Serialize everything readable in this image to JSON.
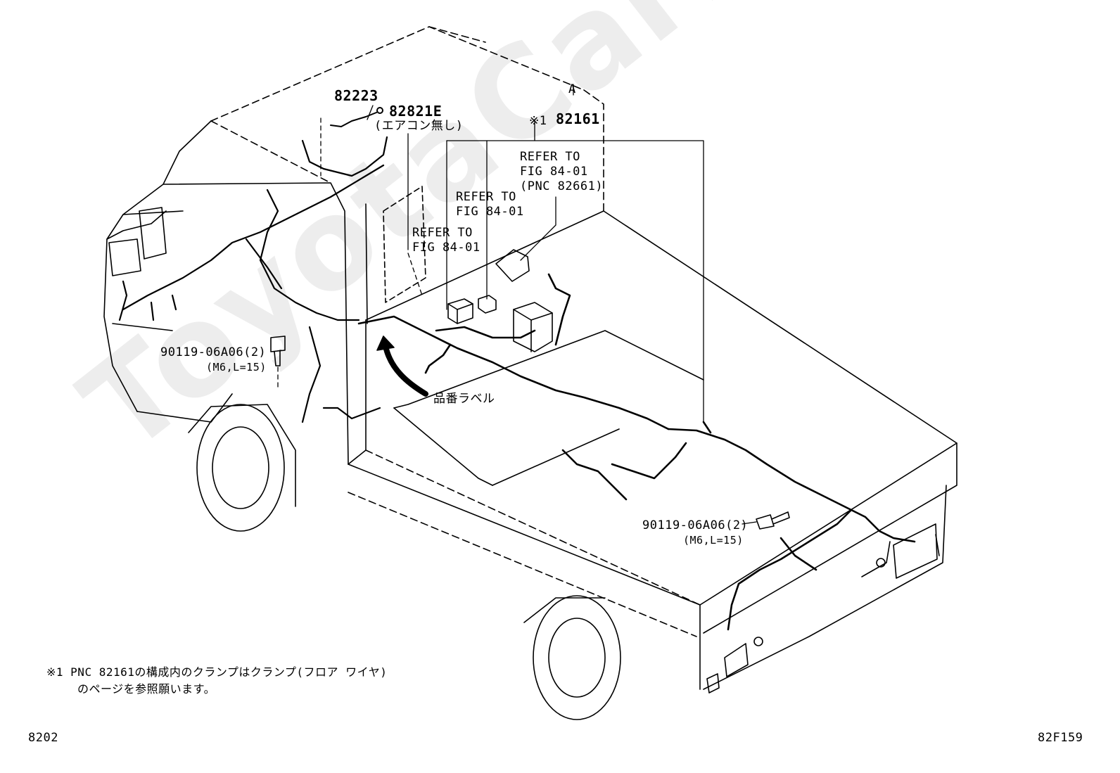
{
  "callouts": {
    "p82223": "82223",
    "p82821e": "82821E",
    "p82821e_note": "(エアコン無し)",
    "p82161_mark": "※1",
    "p82161": "82161",
    "refer_a_1": "REFER TO",
    "refer_a_2": "FIG 84-01",
    "refer_a_3": "(PNC 82661)",
    "refer_b_1": "REFER TO",
    "refer_b_2": "FIG 84-01",
    "refer_c_1": "REFER TO",
    "refer_c_2": "FIG 84-01",
    "bolt_left": "90119-06A06(2)",
    "bolt_left_spec": "(M6,L=15)",
    "bolt_right": "90119-06A06(2)",
    "bolt_right_spec": "(M6,L=15)",
    "label_tag": "品番ラベル",
    "section_mark": "A"
  },
  "footnote": {
    "line1": "※1 PNC 82161の構成内のクランプはクランプ(フロア ワイヤ)",
    "line2": "のページを参照願います。"
  },
  "footer": {
    "page_code": "8202",
    "figure_code": "82F159"
  },
  "watermark": "ToyotaCarMine.ru"
}
